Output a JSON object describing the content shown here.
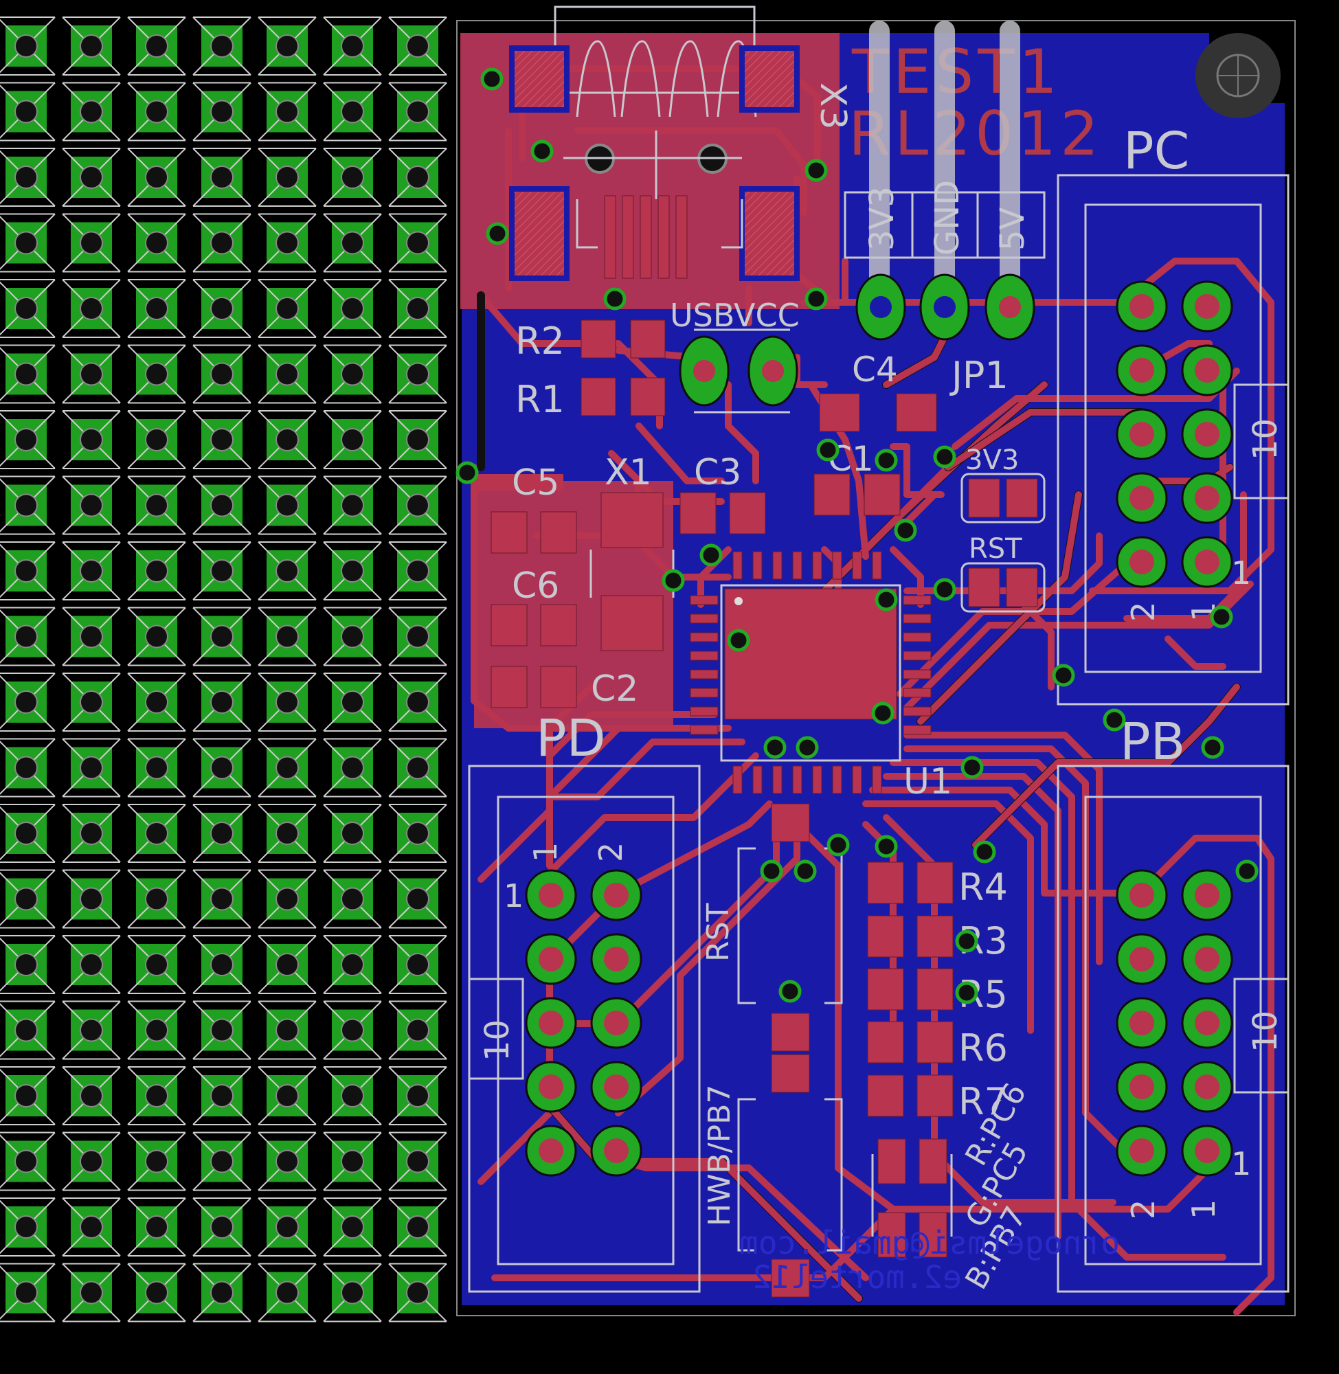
{
  "board": {
    "title_line1": "TEST1",
    "title_line2": "RL2012",
    "colors": {
      "copper_top": "#b8344f",
      "copper_bottom": "#1a1aa8",
      "pad": "#22a822",
      "silk": "#c8c8d0"
    }
  },
  "labels": {
    "usb_connector": "X3",
    "usbvcc": "USBVCC",
    "r2": "R2",
    "r1": "R1",
    "c5": "C5",
    "x1": "X1",
    "c3": "C3",
    "c1": "C1",
    "c6": "C6",
    "c2": "C2",
    "c4": "C4",
    "jp1": "JP1",
    "u1": "U1",
    "pc": "PC",
    "pd": "PD",
    "pb": "PB",
    "v33_top": "3V3",
    "gnd": "GND",
    "v5": "5V",
    "v33_jumper": "3V3",
    "rst_jumper": "RST",
    "r4": "R4",
    "r3": "R3",
    "r5": "R5",
    "r6": "R6",
    "r7": "R7",
    "rst_button": "RST",
    "hwb_button": "HWB/PB7",
    "led_r": "R:PC6",
    "led_g": "G:PC5",
    "led_b": "B:PB7",
    "pc_pin10": "10",
    "pc_pin1": "1",
    "pc_pin2": "2",
    "pc_pin1b": "1",
    "pd_pin1": "1",
    "pd_pin2": "2",
    "pd_pin1b": "1",
    "pd_pin10": "10",
    "pb_pin10": "10",
    "pb_pin1": "1",
    "pb_pin2": "2",
    "pb_pin1b": "1",
    "mirror1": "ornogelmsi@gmail.com",
    "mirror2": "e2.mortel12"
  }
}
